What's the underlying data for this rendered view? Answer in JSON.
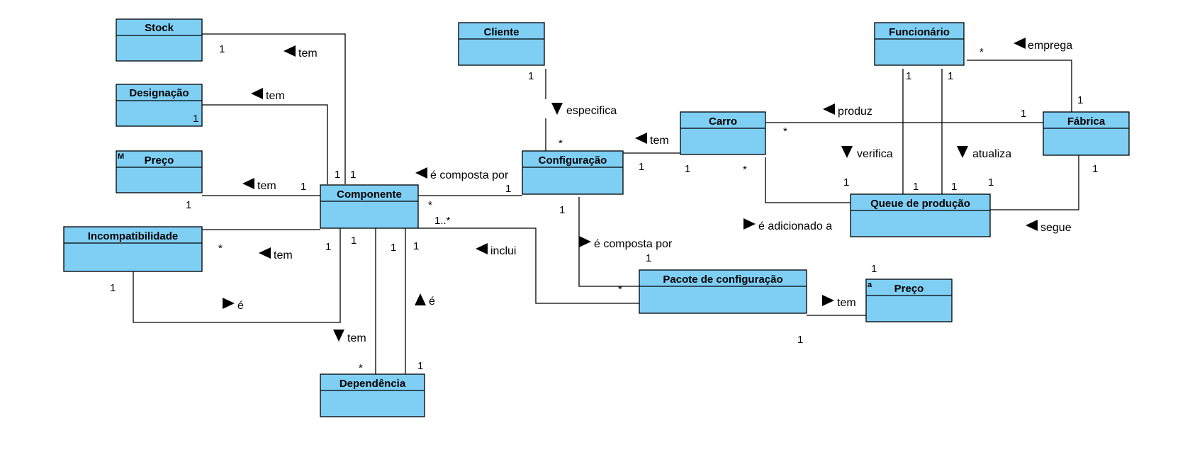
{
  "classes": {
    "stock": "Stock",
    "designacao": "Designação",
    "preco_left": "Preço",
    "componente": "Componente",
    "incompatibilidade": "Incompatibilidade",
    "dependencia": "Dependência",
    "cliente": "Cliente",
    "configuracao": "Configuração",
    "carro": "Carro",
    "funcionario": "Funcionário",
    "fabrica": "Fábrica",
    "queue": "Queue de produção",
    "pacote": "Pacote de configuração",
    "preco_right": "Preço"
  },
  "badges": {
    "preco_left": "M",
    "preco_right": "a"
  },
  "labels": {
    "stock_tem": "tem",
    "designacao_tem": "tem",
    "preco_tem": "tem",
    "incomp_tem": "tem",
    "incomp_e": "é",
    "comp_tem_dep": "tem",
    "dep_e": "é",
    "composta1": "é composta por",
    "inclui": "inclui",
    "especifica": "especifica",
    "carro_tem": "tem",
    "composta2": "é composta por",
    "pacote_tem": "tem",
    "produz": "produz",
    "emprega": "emprega",
    "verifica": "verifica",
    "atualiza": "atualiza",
    "adicionado": "é adicionado a",
    "segue": "segue"
  },
  "multiplicities": {
    "m_stock": "1",
    "m_comp_stock": "1",
    "m_comp_desig": "1",
    "m_desig": "1",
    "m_preco": "1",
    "m_comp_preco": "1",
    "m_incomp_star": "*",
    "m_comp_incomp": "1",
    "m_incomp_1": "1",
    "m_comp_dep1": "1",
    "m_comp_dep2": "1",
    "m_comp_dep3": "1",
    "m_dep_star": "*",
    "m_dep_1": "1",
    "m_comp_star": "*",
    "m_comp_1n": "1..*",
    "m_conf_comp": "1",
    "m_cliente": "1",
    "m_conf_star": "*",
    "m_conf_carro": "1",
    "m_carro_conf": "1",
    "m_carro_star_q": "*",
    "m_carro_star_f": "*",
    "m_conf_pac": "1",
    "m_pac_comp": "1",
    "m_pac_star": "*",
    "m_preco_right": "1",
    "m_pac_preco": "1",
    "m_fab_carro": "1",
    "m_fab_func": "1",
    "m_func_star": "*",
    "m_func1": "1",
    "m_func2": "1",
    "m_q_left": "1",
    "m_q_mid1": "1",
    "m_q_mid2": "1",
    "m_q_right": "1",
    "m_fab_q": "1"
  }
}
